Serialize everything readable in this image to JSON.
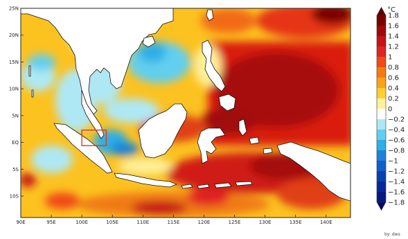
{
  "map": {
    "lat_labels": [
      "25N",
      "20N",
      "15N",
      "10N",
      "5N",
      "EQ",
      "5S",
      "10S"
    ],
    "lon_labels": [
      "90E",
      "95E",
      "100E",
      "105E",
      "110E",
      "115E",
      "120E",
      "125E",
      "130E",
      "135E",
      "140E"
    ],
    "lat_range": [
      -14,
      25
    ],
    "lon_range": [
      90,
      144
    ],
    "highlight_box": {
      "lon": [
        100,
        104
      ],
      "lat": [
        -0.6,
        2.3
      ],
      "color": "#e8361c"
    }
  },
  "colorbar": {
    "unit": "°C",
    "labels": [
      "1.8",
      "1.6",
      "1.4",
      "1.2",
      "1",
      "0.8",
      "0.6",
      "0.4",
      "0.2",
      "0",
      "−0.2",
      "−0.4",
      "−0.6",
      "−0.8",
      "−1",
      "−1.2",
      "−1.4",
      "−1.6",
      "−1.8"
    ],
    "colors": [
      "#7a0000",
      "#a00808",
      "#c41414",
      "#e02424",
      "#f04a18",
      "#f77a10",
      "#fba018",
      "#fdd030",
      "#fff09a",
      "#ffffff",
      "#aee8f4",
      "#62cfee",
      "#2eaee6",
      "#1a84d8",
      "#1060c8",
      "#0a40b0",
      "#06289a",
      "#041a80"
    ]
  },
  "credit": "by: dws"
}
